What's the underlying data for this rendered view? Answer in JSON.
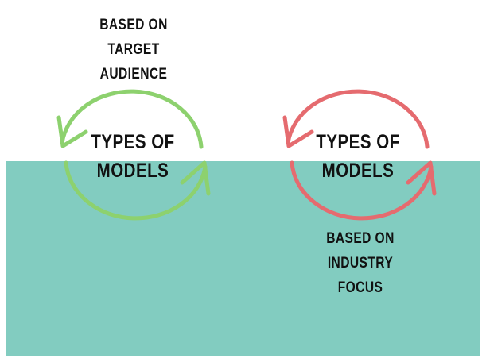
{
  "left_cycle": {
    "top_label": [
      "BASED ON",
      "TARGET",
      "AUDIENCE"
    ],
    "center_label": [
      "TYPES OF",
      "MODELS"
    ],
    "color": "#8dd16e"
  },
  "right_cycle": {
    "bottom_label": [
      "BASED ON",
      "INDUSTRY",
      "FOCUS"
    ],
    "center_label": [
      "TYPES OF",
      "MODELS"
    ],
    "color": "#e56b6f"
  },
  "band_color": "#82ccc0"
}
